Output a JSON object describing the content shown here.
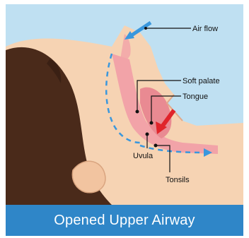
{
  "labels": {
    "air_flow": "Air flow",
    "soft_palate": "Soft palate",
    "tongue": "Tongue",
    "uvula": "Uvula",
    "tonsils": "Tonsils"
  },
  "caption": "Opened Upper Airway",
  "colors": {
    "background": "#bfe0f2",
    "skin": "#f6d3b3",
    "hair": "#4a2a1a",
    "airway": "#f2a3a8",
    "arrow": "#3a97dd",
    "red_arrow": "#e0242b",
    "caption_bar": "#2f86c8"
  }
}
